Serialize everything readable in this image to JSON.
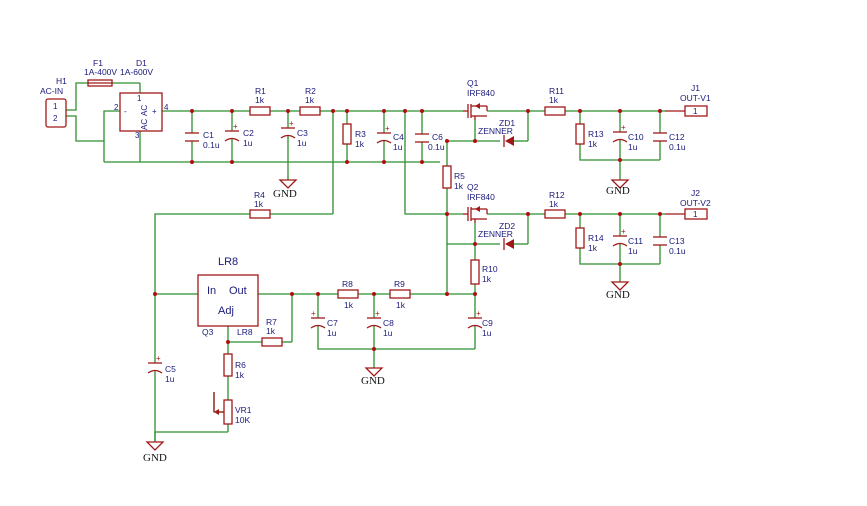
{
  "labels": {
    "h1": "H1",
    "acin": "AC-IN",
    "h1p1": "1",
    "h1p2": "2",
    "f1": "F1",
    "f1v": "1A-400V",
    "d1": "D1",
    "d1v": "1A-600V",
    "d1ac1": "AC",
    "d1ac2": "AC",
    "d1p1": "1",
    "d1p2": "2",
    "d1p3": "3",
    "d1p4": "4",
    "d1minus": "-",
    "d1plus": "+",
    "c1": "C1",
    "c1v": "0.1u",
    "c2": "C2",
    "c2v": "1u",
    "c3": "C3",
    "c3v": "1u",
    "r1": "R1",
    "r1v": "1k",
    "r2": "R2",
    "r2v": "1k",
    "r3": "R3",
    "r3v": "1k",
    "c4": "C4",
    "c4v": "1u",
    "c6": "C6",
    "c6v": "0.1u",
    "q1": "Q1",
    "q1v": "IRF840",
    "zd1": "ZD1",
    "zd1v": "ZENNER",
    "r11": "R11",
    "r11v": "1k",
    "r13": "R13",
    "r13v": "1k",
    "c10": "C10",
    "c10v": "1u",
    "c12": "C12",
    "c12v": "0.1u",
    "j1": "J1",
    "j1v": "OUT-V1",
    "j1p": "1",
    "r5": "R5",
    "r5v": "1k",
    "r4": "R4",
    "r4v": "1k",
    "q2": "Q2",
    "q2v": "IRF840",
    "zd2": "ZD2",
    "zd2v": "ZENNER",
    "r12": "R12",
    "r12v": "1k",
    "r14": "R14",
    "r14v": "1k",
    "c11": "C11",
    "c11v": "1u",
    "c13": "C13",
    "c13v": "0.1u",
    "j2": "J2",
    "j2v": "OUT-V2",
    "j2p": "1",
    "lr8title": "LR8",
    "lr8in": "In",
    "lr8out": "Out",
    "lr8adj": "Adj",
    "q3": "Q3",
    "lr8ref": "LR8",
    "r8": "R8",
    "r8v": "1k",
    "r9": "R9",
    "r9v": "1k",
    "r10": "R10",
    "r10v": "1k",
    "c7": "C7",
    "c7v": "1u",
    "c8": "C8",
    "c8v": "1u",
    "c9": "C9",
    "c9v": "1u",
    "r7": "R7",
    "r7v": "1k",
    "r6": "R6",
    "r6v": "1k",
    "vr1": "VR1",
    "vr1v": "10K",
    "c5": "C5",
    "c5v": "1u",
    "gnd1": "GND",
    "gnd2": "GND",
    "gnd3": "GND",
    "gnd4": "GND",
    "gnd5": "GND"
  },
  "colors": {
    "wire": "#2f8f2f",
    "part": "#a01818",
    "label": "#1a1a7a",
    "junction": "#b01010"
  }
}
